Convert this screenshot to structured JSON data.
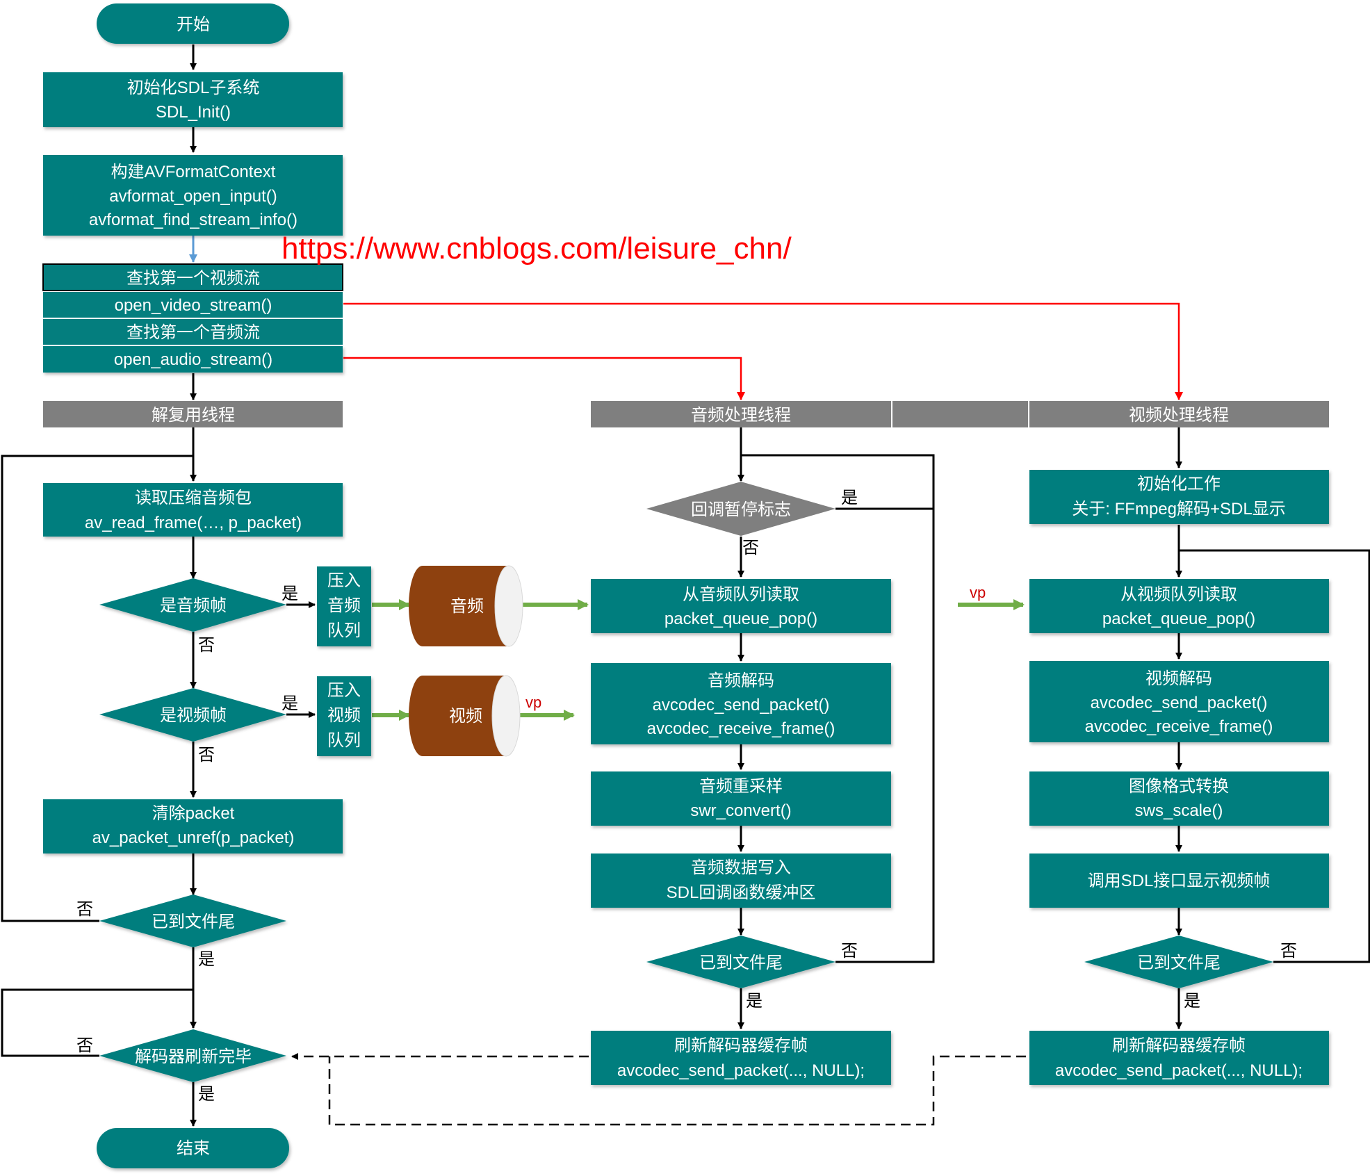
{
  "colors": {
    "box": "#047e7e",
    "header": "#7f7f7f",
    "cylinder": "#8e410f",
    "green_arrow": "#70ad47",
    "red_line": "#ff0000",
    "blue_arrow": "#5b9bd5",
    "text": "#ffffff"
  },
  "watermark": "https://www.cnblogs.com/leisure_chn/",
  "nodes": {
    "start": "开始",
    "sdl_init": [
      "初始化SDL子系统",
      "SDL_Init()"
    ],
    "fmt_ctx": [
      "构建AVFormatContext",
      "avformat_open_input()",
      "avformat_find_stream_info()"
    ],
    "find_video": "查找第一个视频流",
    "open_video": "open_video_stream()",
    "find_audio": "查找第一个音频流",
    "open_audio": "open_audio_stream()",
    "demux_header": "解复用线程",
    "audio_header": "音频处理线程",
    "video_header": "视频处理线程",
    "read_packet": [
      "读取压缩音频包",
      "av_read_frame(…, p_packet)"
    ],
    "is_audio": "是音频帧",
    "is_video": "是视频帧",
    "push_audio": [
      "压入",
      "音频",
      "队列"
    ],
    "push_video": [
      "压入",
      "视频",
      "队列"
    ],
    "audio_cyl": "音频",
    "video_cyl": "视频",
    "clear_packet": [
      "清除packet",
      "av_packet_unref(p_packet)"
    ],
    "demux_eof": "已到文件尾",
    "flush_done": "解码器刷新完毕",
    "end": "结束",
    "pause_flag": "回调暂停标志",
    "audio_pop": [
      "从音频队列读取",
      "packet_queue_pop()"
    ],
    "audio_decode": [
      "音频解码",
      "avcodec_send_packet()",
      "avcodec_receive_frame()"
    ],
    "resample": [
      "音频重采样",
      "swr_convert()"
    ],
    "audio_write": [
      "音频数据写入",
      "SDL回调函数缓冲区"
    ],
    "audio_eof": "已到文件尾",
    "audio_flush": [
      "刷新解码器缓存帧",
      "avcodec_send_packet(..., NULL);"
    ],
    "video_init": [
      "初始化工作",
      "关于: FFmpeg解码+SDL显示"
    ],
    "video_pop": [
      "从视频队列读取",
      "packet_queue_pop()"
    ],
    "video_decode": [
      "视频解码",
      "avcodec_send_packet()",
      "avcodec_receive_frame()"
    ],
    "sws": [
      "图像格式转换",
      "sws_scale()"
    ],
    "display": "调用SDL接口显示视频帧",
    "video_eof": "已到文件尾",
    "video_flush": [
      "刷新解码器缓存帧",
      "avcodec_send_packet(..., NULL);"
    ]
  },
  "edge_labels": {
    "yes": "是",
    "no": "否",
    "vp": "vp"
  }
}
